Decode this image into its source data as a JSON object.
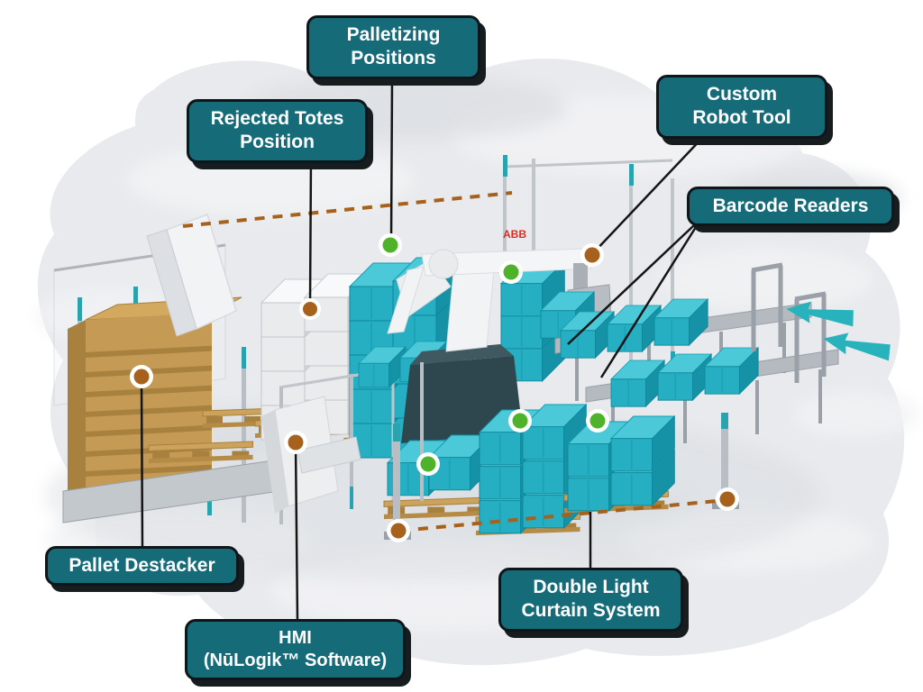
{
  "callouts": [
    {
      "id": "palletizing-positions",
      "label": "Palletizing\nPositions"
    },
    {
      "id": "rejected-totes-position",
      "label": "Rejected Totes\nPosition"
    },
    {
      "id": "custom-robot-tool",
      "label": "Custom\nRobot Tool"
    },
    {
      "id": "barcode-readers",
      "label": "Barcode Readers"
    },
    {
      "id": "pallet-destacker",
      "label": "Pallet Destacker"
    },
    {
      "id": "hmi",
      "label": "HMI\n(NūLogik™ Software)"
    },
    {
      "id": "double-light-curtain",
      "label": "Double Light\nCurtain System"
    }
  ],
  "scene": {
    "robot_brand": "ABB"
  },
  "colors": {
    "callout_bg": "#166b78",
    "callout_text": "#ffffff",
    "callout_border": "#0e1619",
    "marker_orange": "#a6611c",
    "marker_green": "#4eb32a",
    "dashed_line": "#a6611c",
    "leader_line": "#151515",
    "tote_teal": "#26afc3",
    "arrow_teal": "#27b2bc",
    "abb_logo_red": "#e02a20",
    "pallet_wood": "#c99f58",
    "floor_gray": "#e8eaed"
  }
}
